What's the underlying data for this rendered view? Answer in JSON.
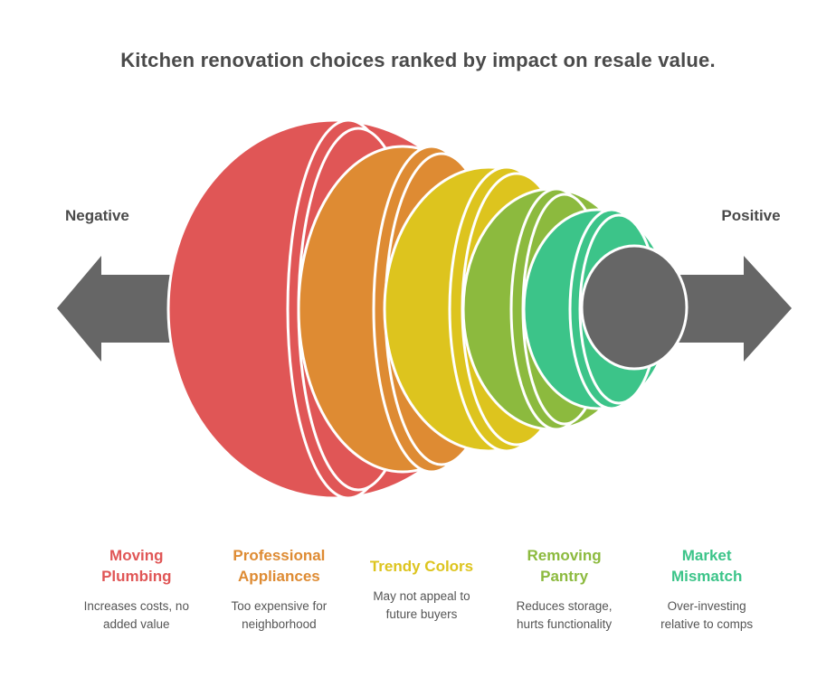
{
  "title": "Kitchen renovation choices ranked by impact on resale value.",
  "axis": {
    "negative": "Negative",
    "positive": "Positive"
  },
  "colors": {
    "gray": "#666666",
    "title_text": "#4a4a4a",
    "description_text": "#555555",
    "background": "#ffffff",
    "stroke": "#ffffff"
  },
  "items": [
    {
      "title": "Moving\nPlumbing",
      "description": "Increases costs, no\nadded value",
      "color": "#e05656"
    },
    {
      "title": "Professional\nAppliances",
      "description": "Too expensive for\nneighborhood",
      "color": "#de8b33"
    },
    {
      "title": "Trendy Colors",
      "description": "May not appeal to\nfuture buyers",
      "color": "#ddc41e"
    },
    {
      "title": "Removing\nPantry",
      "description": "Reduces storage,\nhurts functionality",
      "color": "#8cba3e"
    },
    {
      "title": "Market\nMismatch",
      "description": "Over-investing\nrelative to comps",
      "color": "#3cc489"
    }
  ]
}
